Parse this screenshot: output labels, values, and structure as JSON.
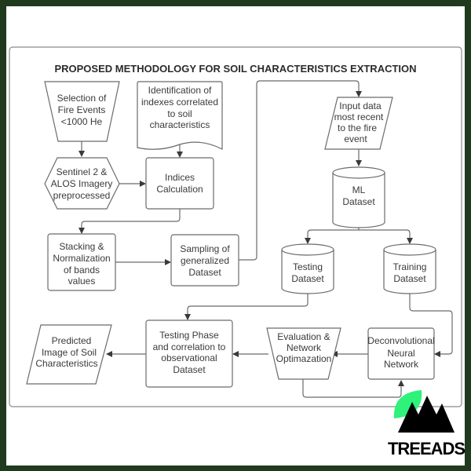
{
  "title": "PROPOSED METHODOLOGY FOR SOIL CHARACTERISTICS EXTRACTION",
  "nodes": {
    "selection": [
      "Selection of",
      "Fire Events",
      "<1000 He"
    ],
    "identification": [
      "Identification of",
      "indexes  correlated",
      "to soil",
      "characteristics"
    ],
    "sentinel": [
      "Sentinel 2 &",
      "ALOS Imagery",
      "preprocessed"
    ],
    "indices": [
      "Indices",
      "Calculation"
    ],
    "stacking": [
      "Stacking &",
      "Normalization",
      "of bands",
      "values"
    ],
    "sampling": [
      "Sampling of",
      "generalized",
      "Dataset"
    ],
    "input": [
      "Input data",
      "most recent",
      "to the fire",
      "event"
    ],
    "ml": [
      "ML",
      "Dataset"
    ],
    "testing": [
      "Testing",
      "Dataset"
    ],
    "training": [
      "Training",
      "Dataset"
    ],
    "deconv": [
      "Deconvolutional",
      "Neural",
      "Network"
    ],
    "evaluation": [
      "Evaluation &",
      "Network",
      "Optimazation"
    ],
    "testing_phase": [
      "Testing Phase",
      "and correlation to",
      "observational",
      "Dataset"
    ],
    "predicted": [
      "Predicted",
      "Image of Soil",
      "Characteristics"
    ]
  },
  "logo": {
    "text": "TREEADS",
    "leaf_color": "#2ef27a"
  },
  "colors": {
    "frame": "#1f3a1c",
    "stroke": "#6b6b6b"
  }
}
